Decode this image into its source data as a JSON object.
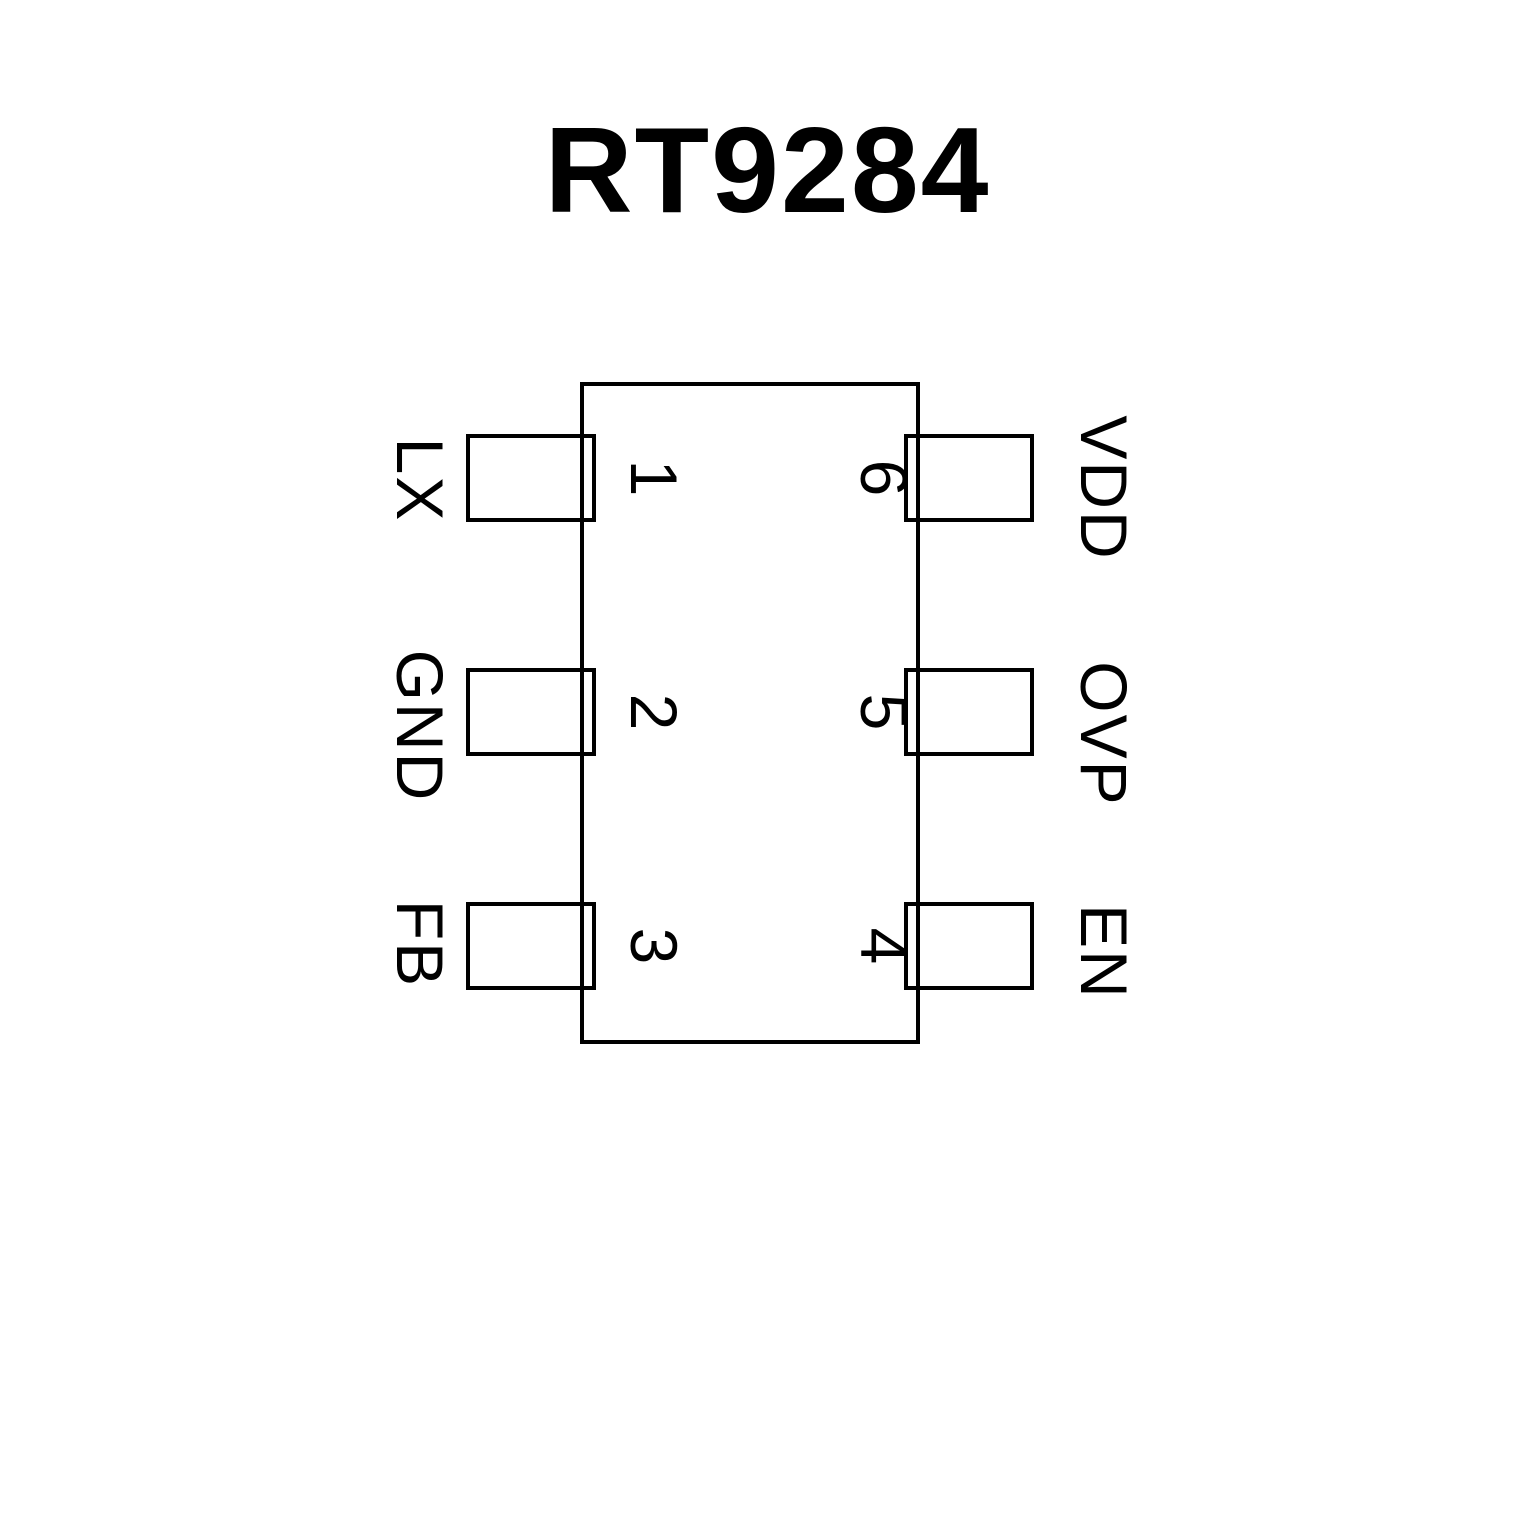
{
  "title": "RT9284",
  "chip": {
    "left_pins": [
      {
        "number": "1",
        "label": "LX"
      },
      {
        "number": "2",
        "label": "GND"
      },
      {
        "number": "3",
        "label": "FB"
      }
    ],
    "right_pins": [
      {
        "number": "6",
        "label": "VDD"
      },
      {
        "number": "5",
        "label": "OVP"
      },
      {
        "number": "4",
        "label": "EN"
      }
    ]
  }
}
